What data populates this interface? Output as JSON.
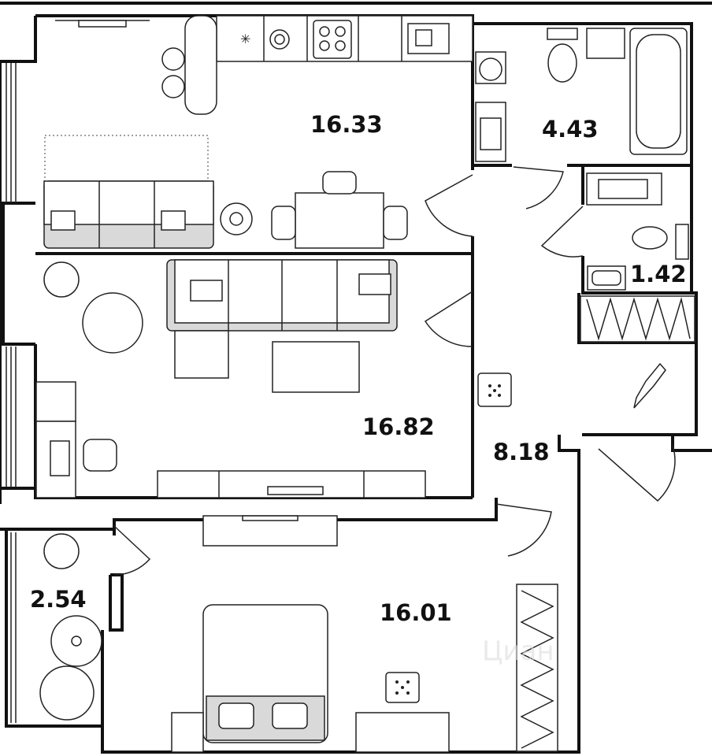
{
  "rooms": [
    {
      "id": "kitchen",
      "area": "16.33"
    },
    {
      "id": "bathroom",
      "area": "4.43"
    },
    {
      "id": "toilet",
      "area": "1.42"
    },
    {
      "id": "living",
      "area": "16.82"
    },
    {
      "id": "hall",
      "area": "8.18"
    },
    {
      "id": "balcony",
      "area": "2.54"
    },
    {
      "id": "bedroom",
      "area": "16.01"
    }
  ],
  "watermark": "Циан",
  "colors": {
    "wall": "#111111",
    "furniture_fill": "#d9d9d9",
    "background": "#ffffff"
  }
}
